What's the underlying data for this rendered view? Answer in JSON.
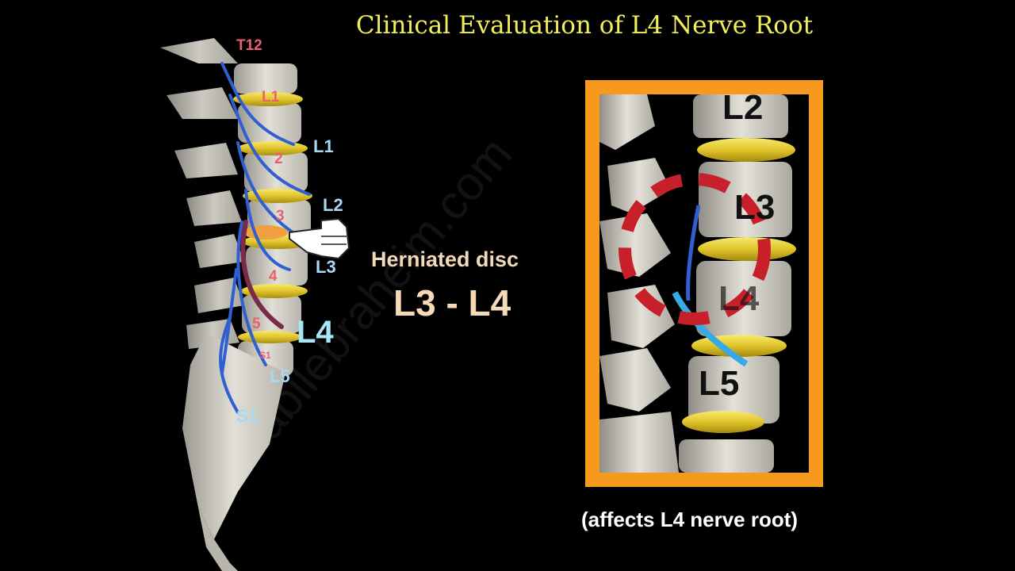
{
  "title": "Clinical Evaluation of L4 Nerve Root",
  "spine_labels": {
    "vertebrae": [
      "T12",
      "L1",
      "2",
      "3",
      "4",
      "5",
      "S1"
    ],
    "nerves": [
      "L1",
      "L2",
      "L3",
      "L5",
      "S1"
    ],
    "highlight_nerve": "L4"
  },
  "annotation": {
    "heading": "Herniated disc",
    "level": "L3 - L4"
  },
  "zoom_panel": {
    "labels": [
      "L2",
      "L3",
      "L4",
      "L5"
    ],
    "caption": "(affects L4 nerve root)"
  },
  "colors": {
    "title": "#f2ef5a",
    "frame": "#f59a1c",
    "disc": "#e8d23a",
    "nerve": "#2f5fd0",
    "affected_nerve": "#36a9e8",
    "herniation": "#f0a040",
    "circle": "#c8202a"
  },
  "icons": [
    "pointing-hand-icon"
  ]
}
